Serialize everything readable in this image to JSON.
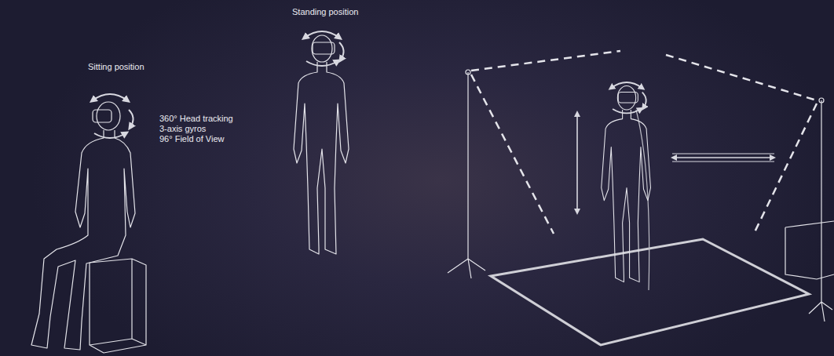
{
  "diagram": {
    "labels": [
      "Sitting position",
      "360° Head tracking",
      "3-axis gyros",
      "96° Field of View",
      "Standing position"
    ]
  }
}
